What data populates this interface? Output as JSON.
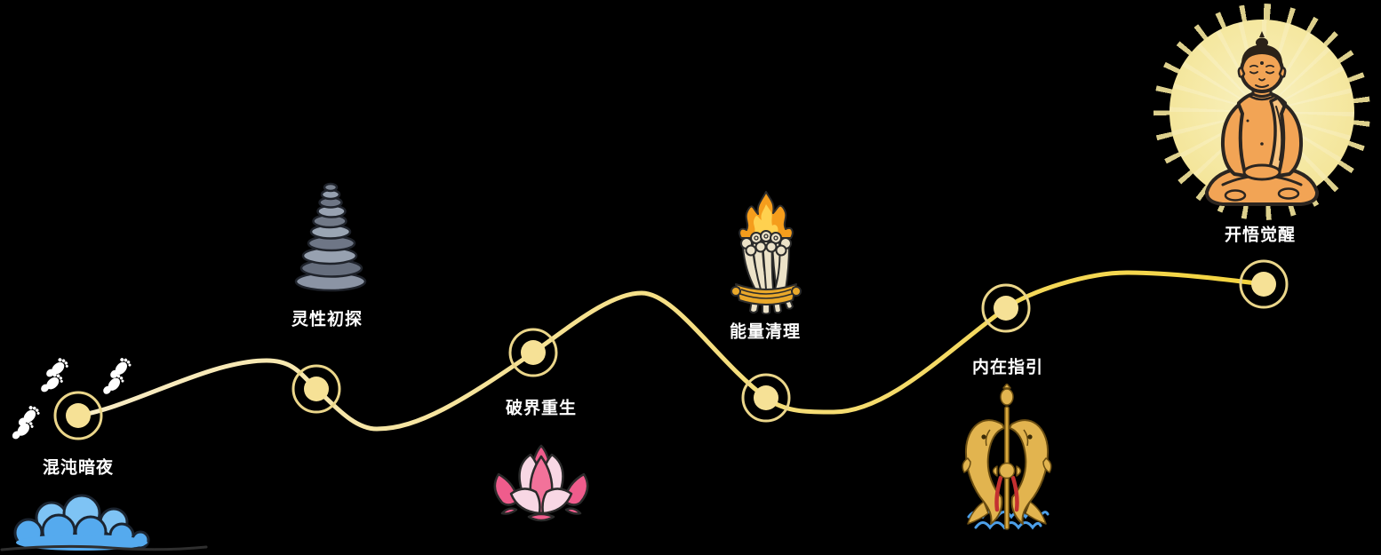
{
  "diagram": {
    "stages": [
      {
        "label": "混沌暗夜",
        "icon": "footprints-and-dark-cloud"
      },
      {
        "label": "灵性初探",
        "icon": "stacked-stones-cairn"
      },
      {
        "label": "破界重生",
        "icon": "lotus-flower"
      },
      {
        "label": "能量清理",
        "icon": "burning-smudge-bundle"
      },
      {
        "label": "内在指引",
        "icon": "golden-fishes-staff-emblem"
      },
      {
        "label": "开悟觉醒",
        "icon": "buddha-radiant-sun"
      }
    ]
  },
  "colors": {
    "background": "#000000",
    "path_start": "#F8ECC6",
    "path_mid": "#F5DF85",
    "path_end": "#F4D43E",
    "node_ring": "#EBD68A",
    "node_fill": "#F6E196",
    "label_text": "#FFFFFF",
    "footprints": "#FFFFFF",
    "cloud_main": "#55AAEE",
    "cloud_light": "#7EC3F4",
    "cloud_outline": "#1B2430",
    "ground_line": "#2E2E2E",
    "stone_light": "#97A1B0",
    "stone_dark": "#6E7686",
    "stone_outline": "#1F232B",
    "lotus_hot_pink": "#EF5C8C",
    "lotus_light_pink": "#F8D7E4",
    "lotus_mid_pink": "#F2729A",
    "flame_orange": "#F59D1C",
    "flame_yellow": "#FFD14F",
    "scroll_cream": "#ECE2C8",
    "band_gold": "#E9A82A",
    "fish_gold": "#E2B44F",
    "tassel_red": "#C43030",
    "wave_blue": "#4D9FE8",
    "sun_glow": "#F5E79C",
    "buddha_skin": "#F2A455",
    "buddha_robe": "#F7C27E",
    "buddha_hair": "#2C2218",
    "icon_outline": "#2B2B2B"
  }
}
